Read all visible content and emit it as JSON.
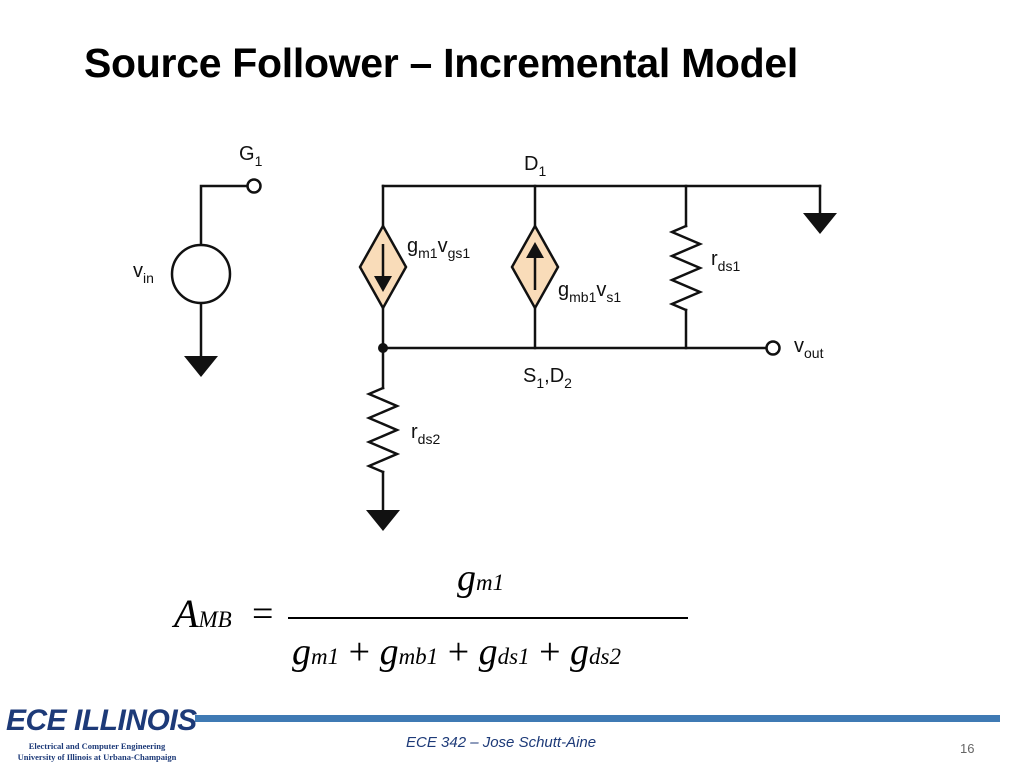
{
  "slide": {
    "title": "Source Follower – Incremental Model",
    "page_number": "16"
  },
  "circuit": {
    "labels": {
      "g1": {
        "main": "G",
        "sub": "1"
      },
      "d1": {
        "main": "D",
        "sub": "1"
      },
      "vin": {
        "main": "v",
        "sub": "in"
      },
      "gm1vgs1": {
        "p1": "g",
        "s1": "m1",
        "p2": "v",
        "s2": "gs1"
      },
      "gmb1vs1": {
        "p1": "g",
        "s1": "mb1",
        "p2": "v",
        "s2": "s1"
      },
      "rds1": {
        "main": "r",
        "sub": "ds1"
      },
      "vout": {
        "main": "v",
        "sub": "out"
      },
      "s1d2": {
        "p1": "S",
        "s1": "1",
        "p2": ",D",
        "s2": "2"
      },
      "rds2": {
        "main": "r",
        "sub": "ds2"
      }
    },
    "colors": {
      "wire": "#111111",
      "source_fill": "#f9dcb9"
    }
  },
  "formula": {
    "lhs": {
      "main": "A",
      "sub": "MB"
    },
    "equals": "=",
    "numerator": {
      "main": "g",
      "sub": "m1"
    },
    "denominator": [
      {
        "main": "g",
        "sub": "m1"
      },
      {
        "op": "+"
      },
      {
        "main": "g",
        "sub": "mb1"
      },
      {
        "op": "+"
      },
      {
        "main": "g",
        "sub": "ds1"
      },
      {
        "op": "+"
      },
      {
        "main": "g",
        "sub": "ds2"
      }
    ]
  },
  "footer": {
    "logo_text": "ECE ILLINOIS",
    "logo_line1": "Electrical and Computer Engineering",
    "logo_line2": "University of Illinois at Urbana-Champaign",
    "center_text": "ECE 342 – Jose Schutt-Aine",
    "accent_color": "#3f7ab4",
    "logo_color": "#1d3a78"
  }
}
